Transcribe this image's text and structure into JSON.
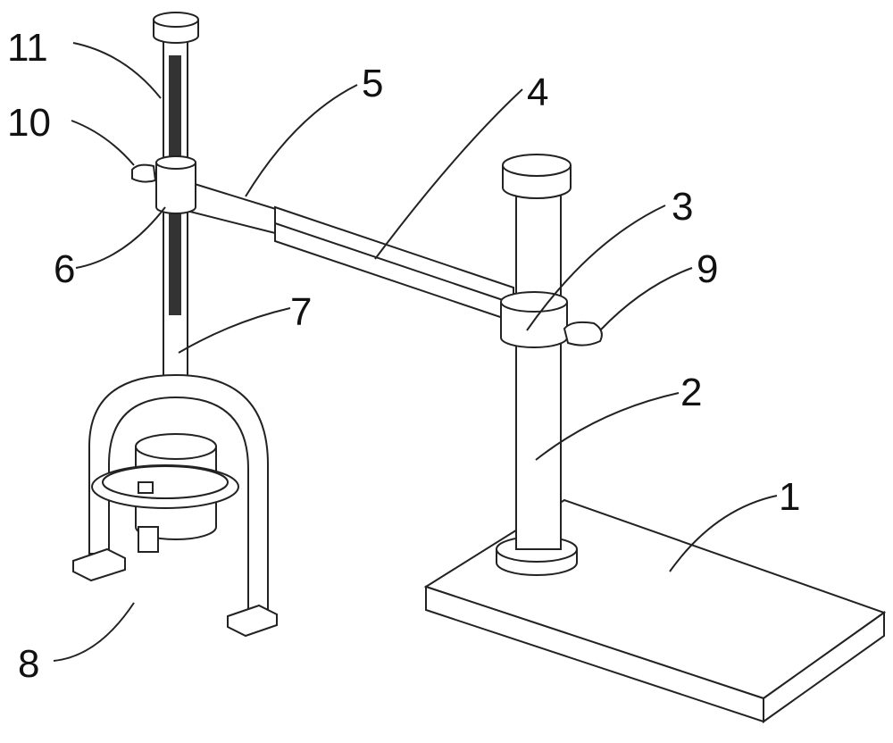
{
  "labels": {
    "base_plate": "1",
    "column": "2",
    "column_collar": "3",
    "outer_arm": "4",
    "inner_arm": "5",
    "rod_collar": "6",
    "vertical_rod": "7",
    "frame": "8",
    "column_knob": "9",
    "rod_knob": "10",
    "scale": "11"
  }
}
